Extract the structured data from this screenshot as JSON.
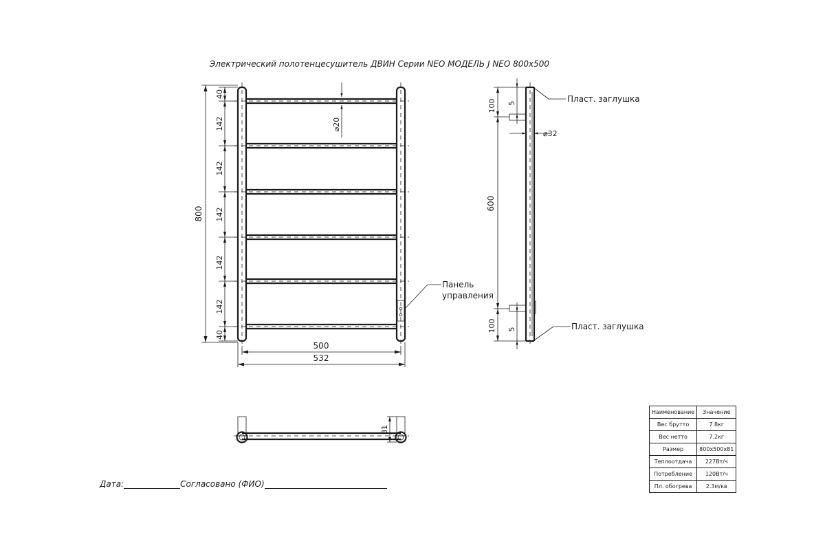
{
  "title": "Электрический полотенцесушитель ДВИН Серии NEO МОДЕЛЬ J NEO 800x500",
  "front_view": {
    "dimensions": {
      "top_offset": "40",
      "pitch_1": "142",
      "pitch_2": "142",
      "pitch_3": "142",
      "pitch_4": "142",
      "pitch_5": "142",
      "bottom_offset": "40",
      "total_height": "800",
      "pipe_diameter": "⌀20",
      "inner_width": "500",
      "outer_width": "532"
    },
    "callout_control_panel_line1": "Панель",
    "callout_control_panel_line2": "управления"
  },
  "side_view": {
    "dimensions": {
      "top_mount": "100",
      "top_gap": "5",
      "pipe_diameter": "⌀32",
      "center_span": "600",
      "bottom_mount": "100",
      "bottom_gap": "5"
    },
    "callout_top_plug": "Пласт. заглушка",
    "callout_bottom_plug": "Пласт. заглушка"
  },
  "top_view": {
    "depth": "81"
  },
  "spec_table": {
    "header": [
      "Наименование",
      "Значение"
    ],
    "rows": [
      [
        "Вес брутто",
        "7.8кг"
      ],
      [
        "Вес нетто",
        "7.2кг"
      ],
      [
        "Размер",
        "800x500x81"
      ],
      [
        "Теплоотдача",
        "227Вт/ч"
      ],
      [
        "Потребление",
        "120Вт/ч"
      ],
      [
        "Пл. обогрева",
        "2.3м/кв"
      ]
    ]
  },
  "signature": {
    "date_label": "Дата:",
    "approved_label": "Согласовано (ФИО)"
  }
}
